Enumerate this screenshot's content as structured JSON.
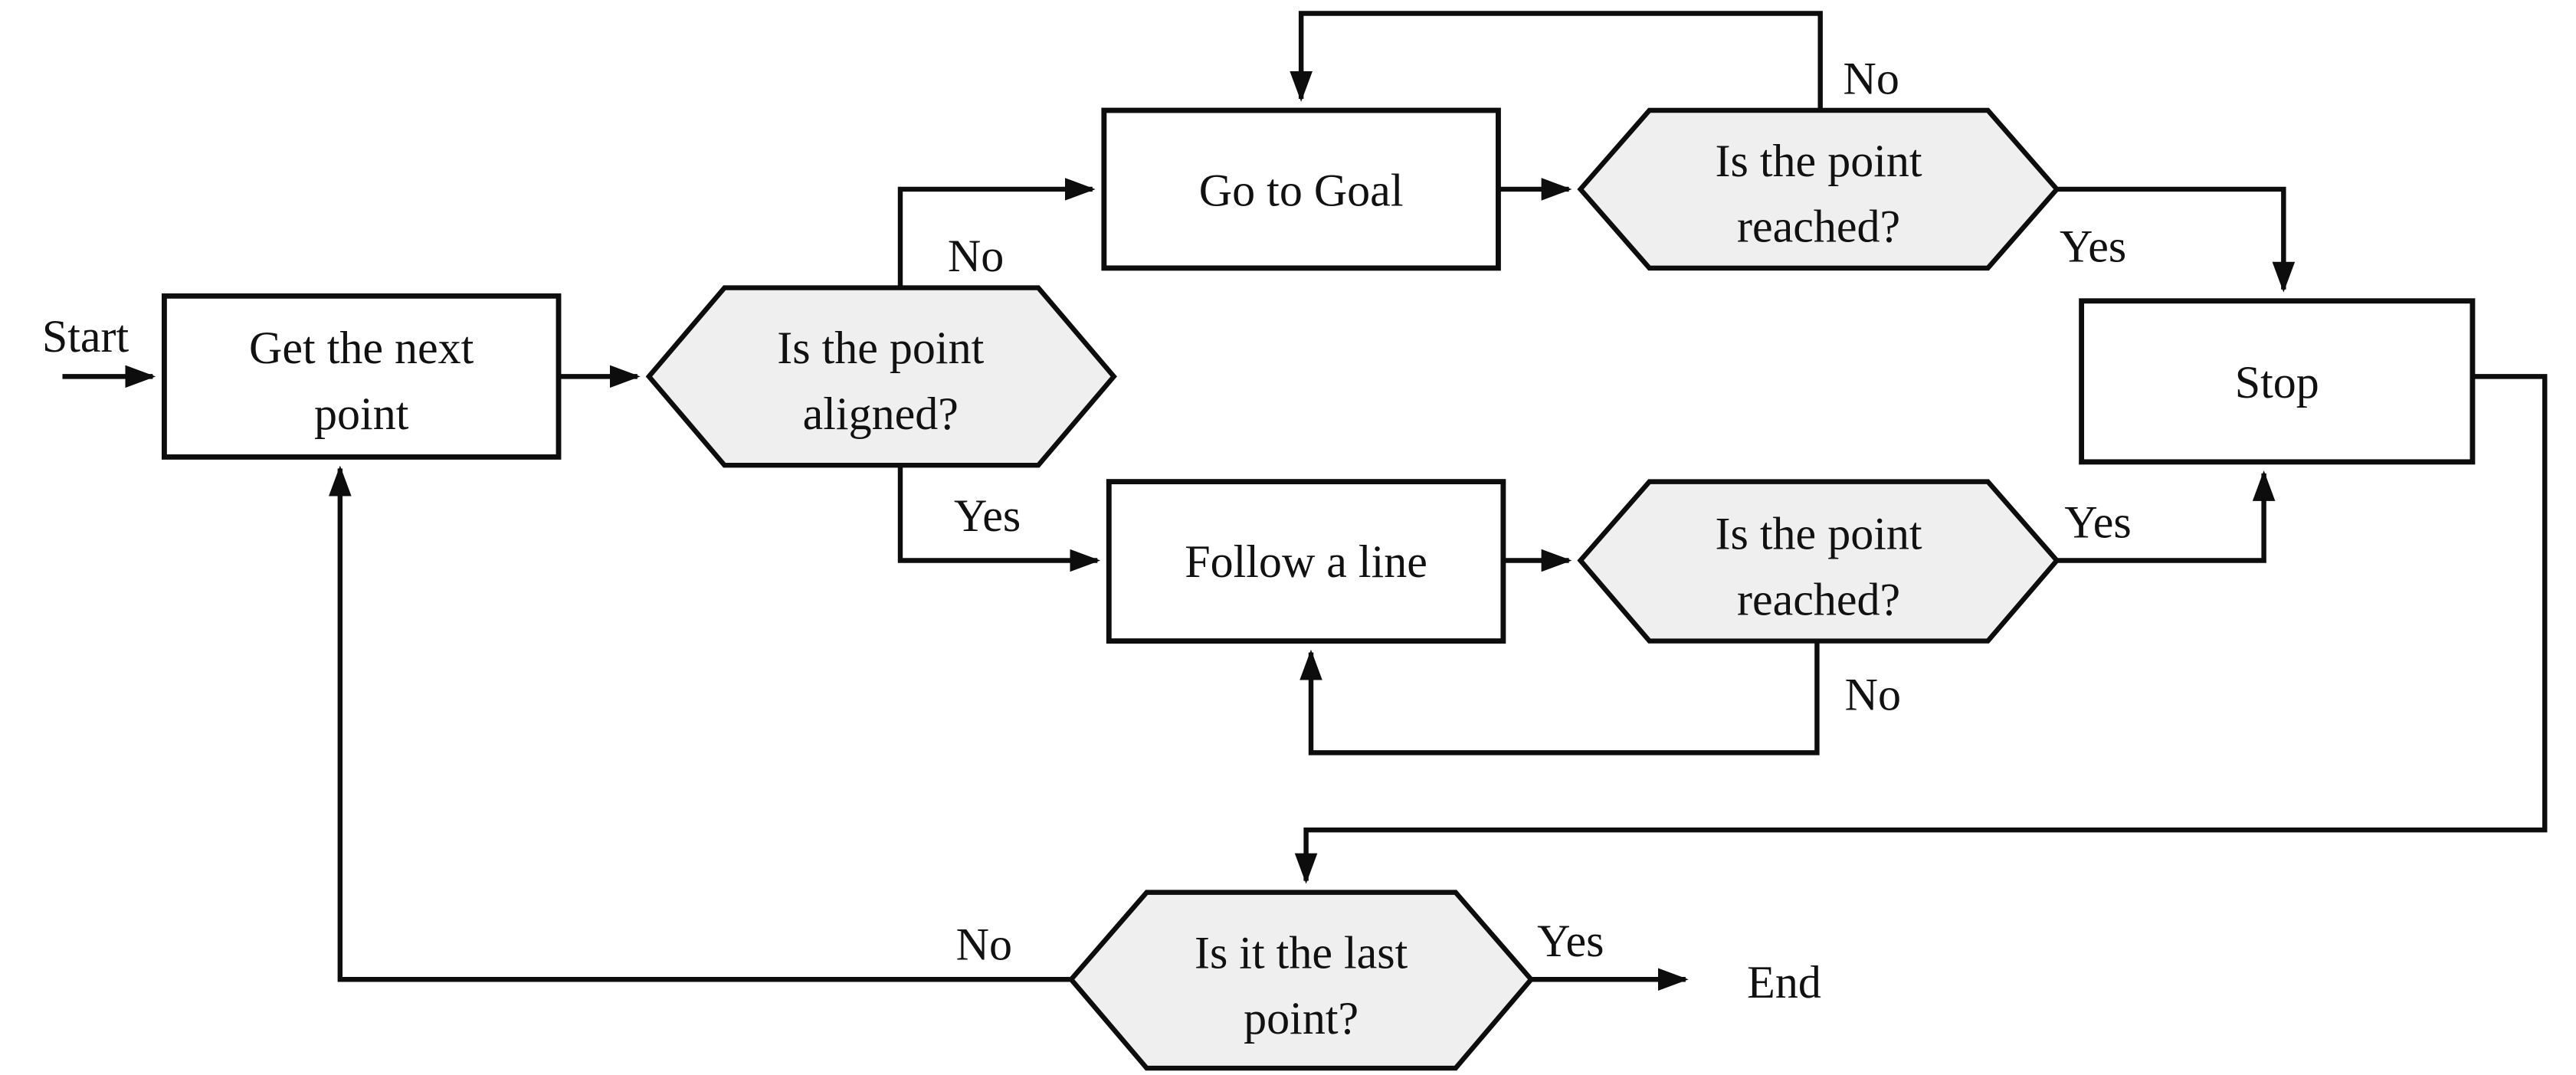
{
  "diagram": {
    "type": "flowchart",
    "colors": {
      "background": "#ffffff",
      "process_fill": "#ffffff",
      "decision_fill": "#efefef",
      "stroke": "#0d0d0d",
      "text": "#111111"
    },
    "nodes": {
      "get_next": {
        "shape": "rectangle",
        "line1": "Get the next",
        "line2": "point"
      },
      "aligned": {
        "shape": "hexagon",
        "line1": "Is the point",
        "line2": "aligned?"
      },
      "go_to_goal": {
        "shape": "rectangle",
        "text": "Go to Goal"
      },
      "reached_top": {
        "shape": "hexagon",
        "line1": "Is the point",
        "line2": "reached?"
      },
      "follow_line": {
        "shape": "rectangle",
        "text": "Follow a line"
      },
      "reached_bottom": {
        "shape": "hexagon",
        "line1": "Is the point",
        "line2": "reached?"
      },
      "stop": {
        "shape": "rectangle",
        "text": "Stop"
      },
      "last_point": {
        "shape": "hexagon",
        "line1": "Is it the last",
        "line2": "point?"
      }
    },
    "labels": {
      "start": "Start",
      "end": "End",
      "aligned_no": "No",
      "aligned_yes": "Yes",
      "reached_top_no": "No",
      "reached_top_yes": "Yes",
      "reached_bottom_no": "No",
      "reached_bottom_yes": "Yes",
      "last_no": "No",
      "last_yes": "Yes"
    },
    "edges": [
      {
        "from": "start",
        "to": "get_next",
        "label": ""
      },
      {
        "from": "get_next",
        "to": "aligned",
        "label": ""
      },
      {
        "from": "aligned",
        "to": "go_to_goal",
        "label": "No"
      },
      {
        "from": "aligned",
        "to": "follow_line",
        "label": "Yes"
      },
      {
        "from": "go_to_goal",
        "to": "reached_top",
        "label": ""
      },
      {
        "from": "reached_top",
        "to": "go_to_goal",
        "label": "No"
      },
      {
        "from": "reached_top",
        "to": "stop",
        "label": "Yes"
      },
      {
        "from": "follow_line",
        "to": "reached_bottom",
        "label": ""
      },
      {
        "from": "reached_bottom",
        "to": "follow_line",
        "label": "No"
      },
      {
        "from": "reached_bottom",
        "to": "stop",
        "label": "Yes"
      },
      {
        "from": "stop",
        "to": "last_point",
        "label": ""
      },
      {
        "from": "last_point",
        "to": "get_next",
        "label": "No"
      },
      {
        "from": "last_point",
        "to": "end",
        "label": "Yes"
      }
    ]
  }
}
